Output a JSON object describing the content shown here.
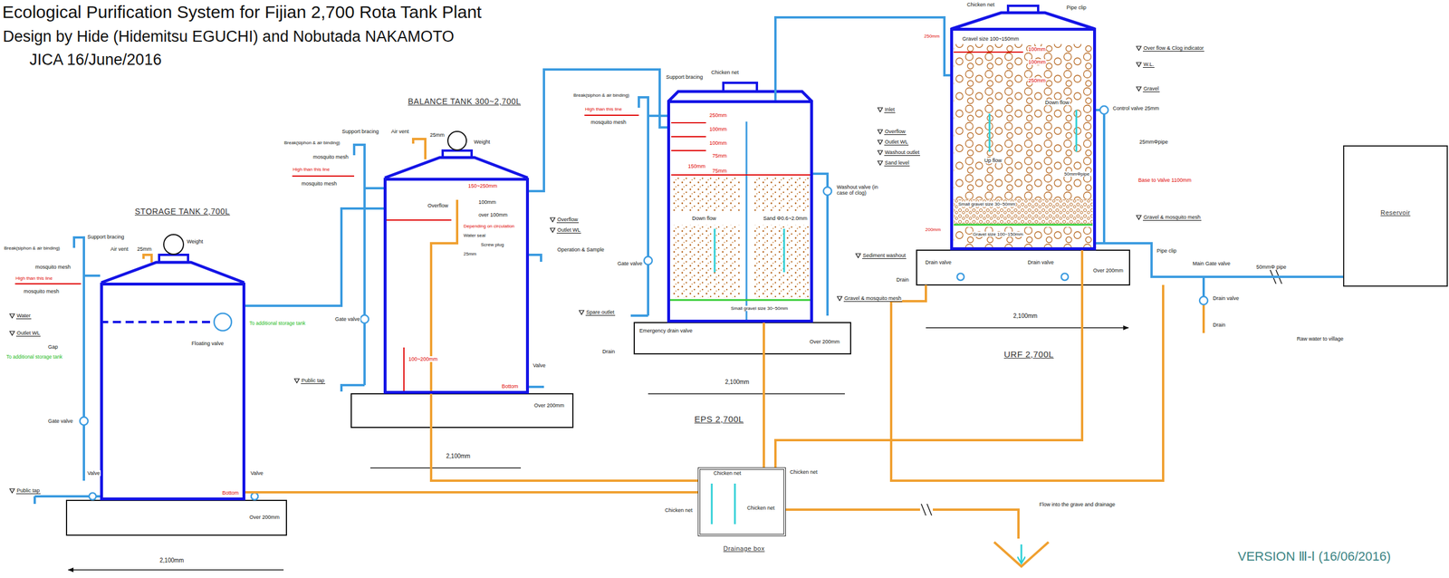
{
  "diagram": {
    "title": "Ecological Purification System for Fijian 2,700 Rota Tank Plant",
    "nodes": [
      {
        "text": [
          "STORAGE TANK 2,700L"
        ]
      },
      {
        "text": [
          "BALANCE TANK 300~2,700L"
        ]
      },
      {
        "text": [
          "EPS 2,700L"
        ]
      },
      {
        "text": [
          "URF 2,700L"
        ]
      },
      {
        "text": [
          "Drainage box"
        ]
      },
      {
        "text": [
          "Reservoir"
        ]
      }
    ],
    "edges": [
      {
        "from": 0,
        "to": 1,
        "arrow": "none"
      },
      {
        "from": 1,
        "to": 2,
        "arrow": "none"
      },
      {
        "from": 2,
        "to": 3,
        "arrow": "none"
      },
      {
        "from": 3,
        "to": 5,
        "arrow": "none"
      },
      {
        "from": 0,
        "to": 4,
        "arrow": "none"
      },
      {
        "from": 1,
        "to": 4,
        "arrow": "none"
      },
      {
        "from": 2,
        "to": 4,
        "arrow": "none"
      },
      {
        "from": 3,
        "to": 4,
        "arrow": "none"
      }
    ],
    "labels": [
      "Design by Hide (Hidemitsu EGUCHI) and Nobutada NAKAMOTO",
      "JICA 16/June/2016",
      "Break(siphon & air binding)",
      "Support bracing",
      "Air vent",
      "25mm",
      "Weight",
      "mosquito mesh",
      "High than this line",
      "mosquito mesh",
      "Water",
      "Outlet WL",
      "Gap",
      "To additional storage tank",
      "Floating valve",
      "To additional storage tank",
      "Gate valve",
      "Public tap",
      "Valve",
      "Valve",
      "Bottom",
      "Over 200mm",
      "2,100mm",
      "Break(siphon & air binding)",
      "Support bracing",
      "Air vent",
      "25mm",
      "Weight",
      "mosquito mesh",
      "High than this line",
      "mosquito mesh",
      "150~250mm",
      "100mm",
      "Overflow",
      "over 100mm",
      "Depending on circulation",
      "Water seal",
      "Screw plug",
      "25mm",
      "Overflow",
      "Outlet WL",
      "Operation & Sample",
      "Gate valve",
      "100~200mm",
      "Public tap",
      "Valve",
      "Bottom",
      "Over 200mm",
      "2,100mm",
      "Break(siphon & air binding)",
      "Support bracing",
      "High than this line",
      "mosquito mesh",
      "Chicken net",
      "Inlet",
      "250mm",
      "100mm",
      "100mm",
      "75mm",
      "150mm",
      "75mm",
      "Overflow",
      "Outlet WL",
      "Washout outlet",
      "Sand level",
      "Washout valve (in case of clog)",
      "Down flow",
      "Sand Φ0.6~2.0mm",
      "Gate valve",
      "Small gravel size 30~50mm",
      "Gravel & mosquito mesh",
      "Spare outlet",
      "Emergency drain valve",
      "Over 200mm",
      "Drain",
      "2,100mm",
      "Chicken net",
      "Pipe clip",
      "250mm",
      "Gravel size 100~150mm",
      "100mm",
      "100mm",
      "250mm",
      "Over flow & Clog indicator",
      "W.L.",
      "Gravel",
      "Down flow",
      "Control valve 25mm",
      "25mmΦpipe",
      "50mmΦpipe",
      "Base to Valve 1100mm",
      "Up flow",
      "Small gravel size 30~50mm",
      "Gravel & mosquito mesh",
      "200mm",
      "Gravel size 100~150mm",
      "Sediment washout",
      "Drain valve",
      "Drain valve",
      "Over 200mm",
      "Pipe clip",
      "Drain",
      "2,100mm",
      "Main Gate valve",
      "50mmΦ pipe",
      "Drain valve",
      "Drain",
      "Raw water to village",
      "Chicken net",
      "Chicken net",
      "Chicken net",
      "Chicken net",
      "Flow into the grave and drainage",
      "VERSION Ⅲ-Ⅰ (16/06/2016)"
    ]
  }
}
